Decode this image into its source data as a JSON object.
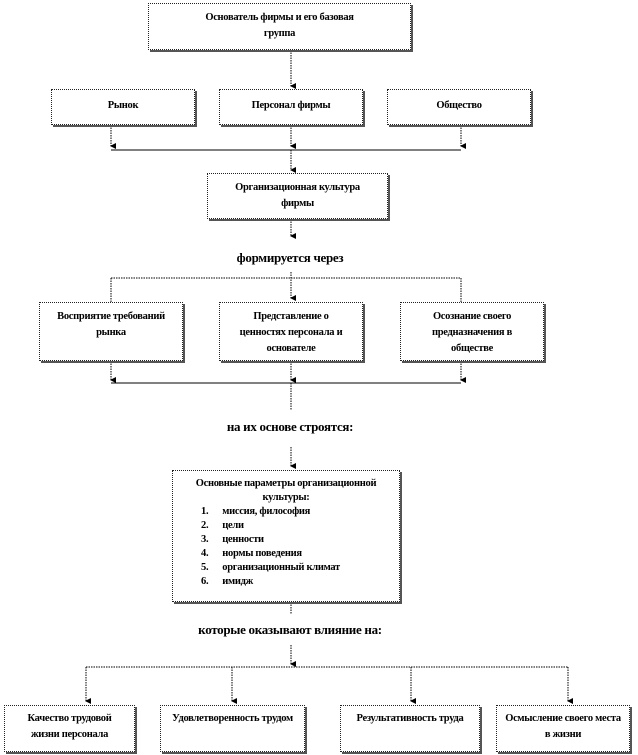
{
  "founder": "Основатель фирмы и его базовая группа",
  "sources": [
    "Рынок",
    "Персонал фирмы",
    "Общество"
  ],
  "culture": "Организационная культура фирмы",
  "formed_through": "формируется через",
  "channels": [
    "Восприятие требований рынка",
    "Представление о ценностях персонала и основателе",
    "Осознание своего предназначения в обществе"
  ],
  "built_on": "на их основе строятся:",
  "params": {
    "title": "Основные параметры организационной культуры:",
    "items": [
      {
        "num": "1.",
        "text": "миссия, философия"
      },
      {
        "num": "2.",
        "text": "цели"
      },
      {
        "num": "3.",
        "text": "ценности"
      },
      {
        "num": "4.",
        "text": "нормы поведения"
      },
      {
        "num": "5.",
        "text": "организационный климат"
      },
      {
        "num": "6.",
        "text": "имидж"
      }
    ]
  },
  "influence": "которые оказывают влияние на:",
  "outcomes": [
    "Качество трудовой жизни персонала",
    "Удовлетворенность трудом",
    "Результативность труда",
    "Осмысление своего места в жизни"
  ]
}
